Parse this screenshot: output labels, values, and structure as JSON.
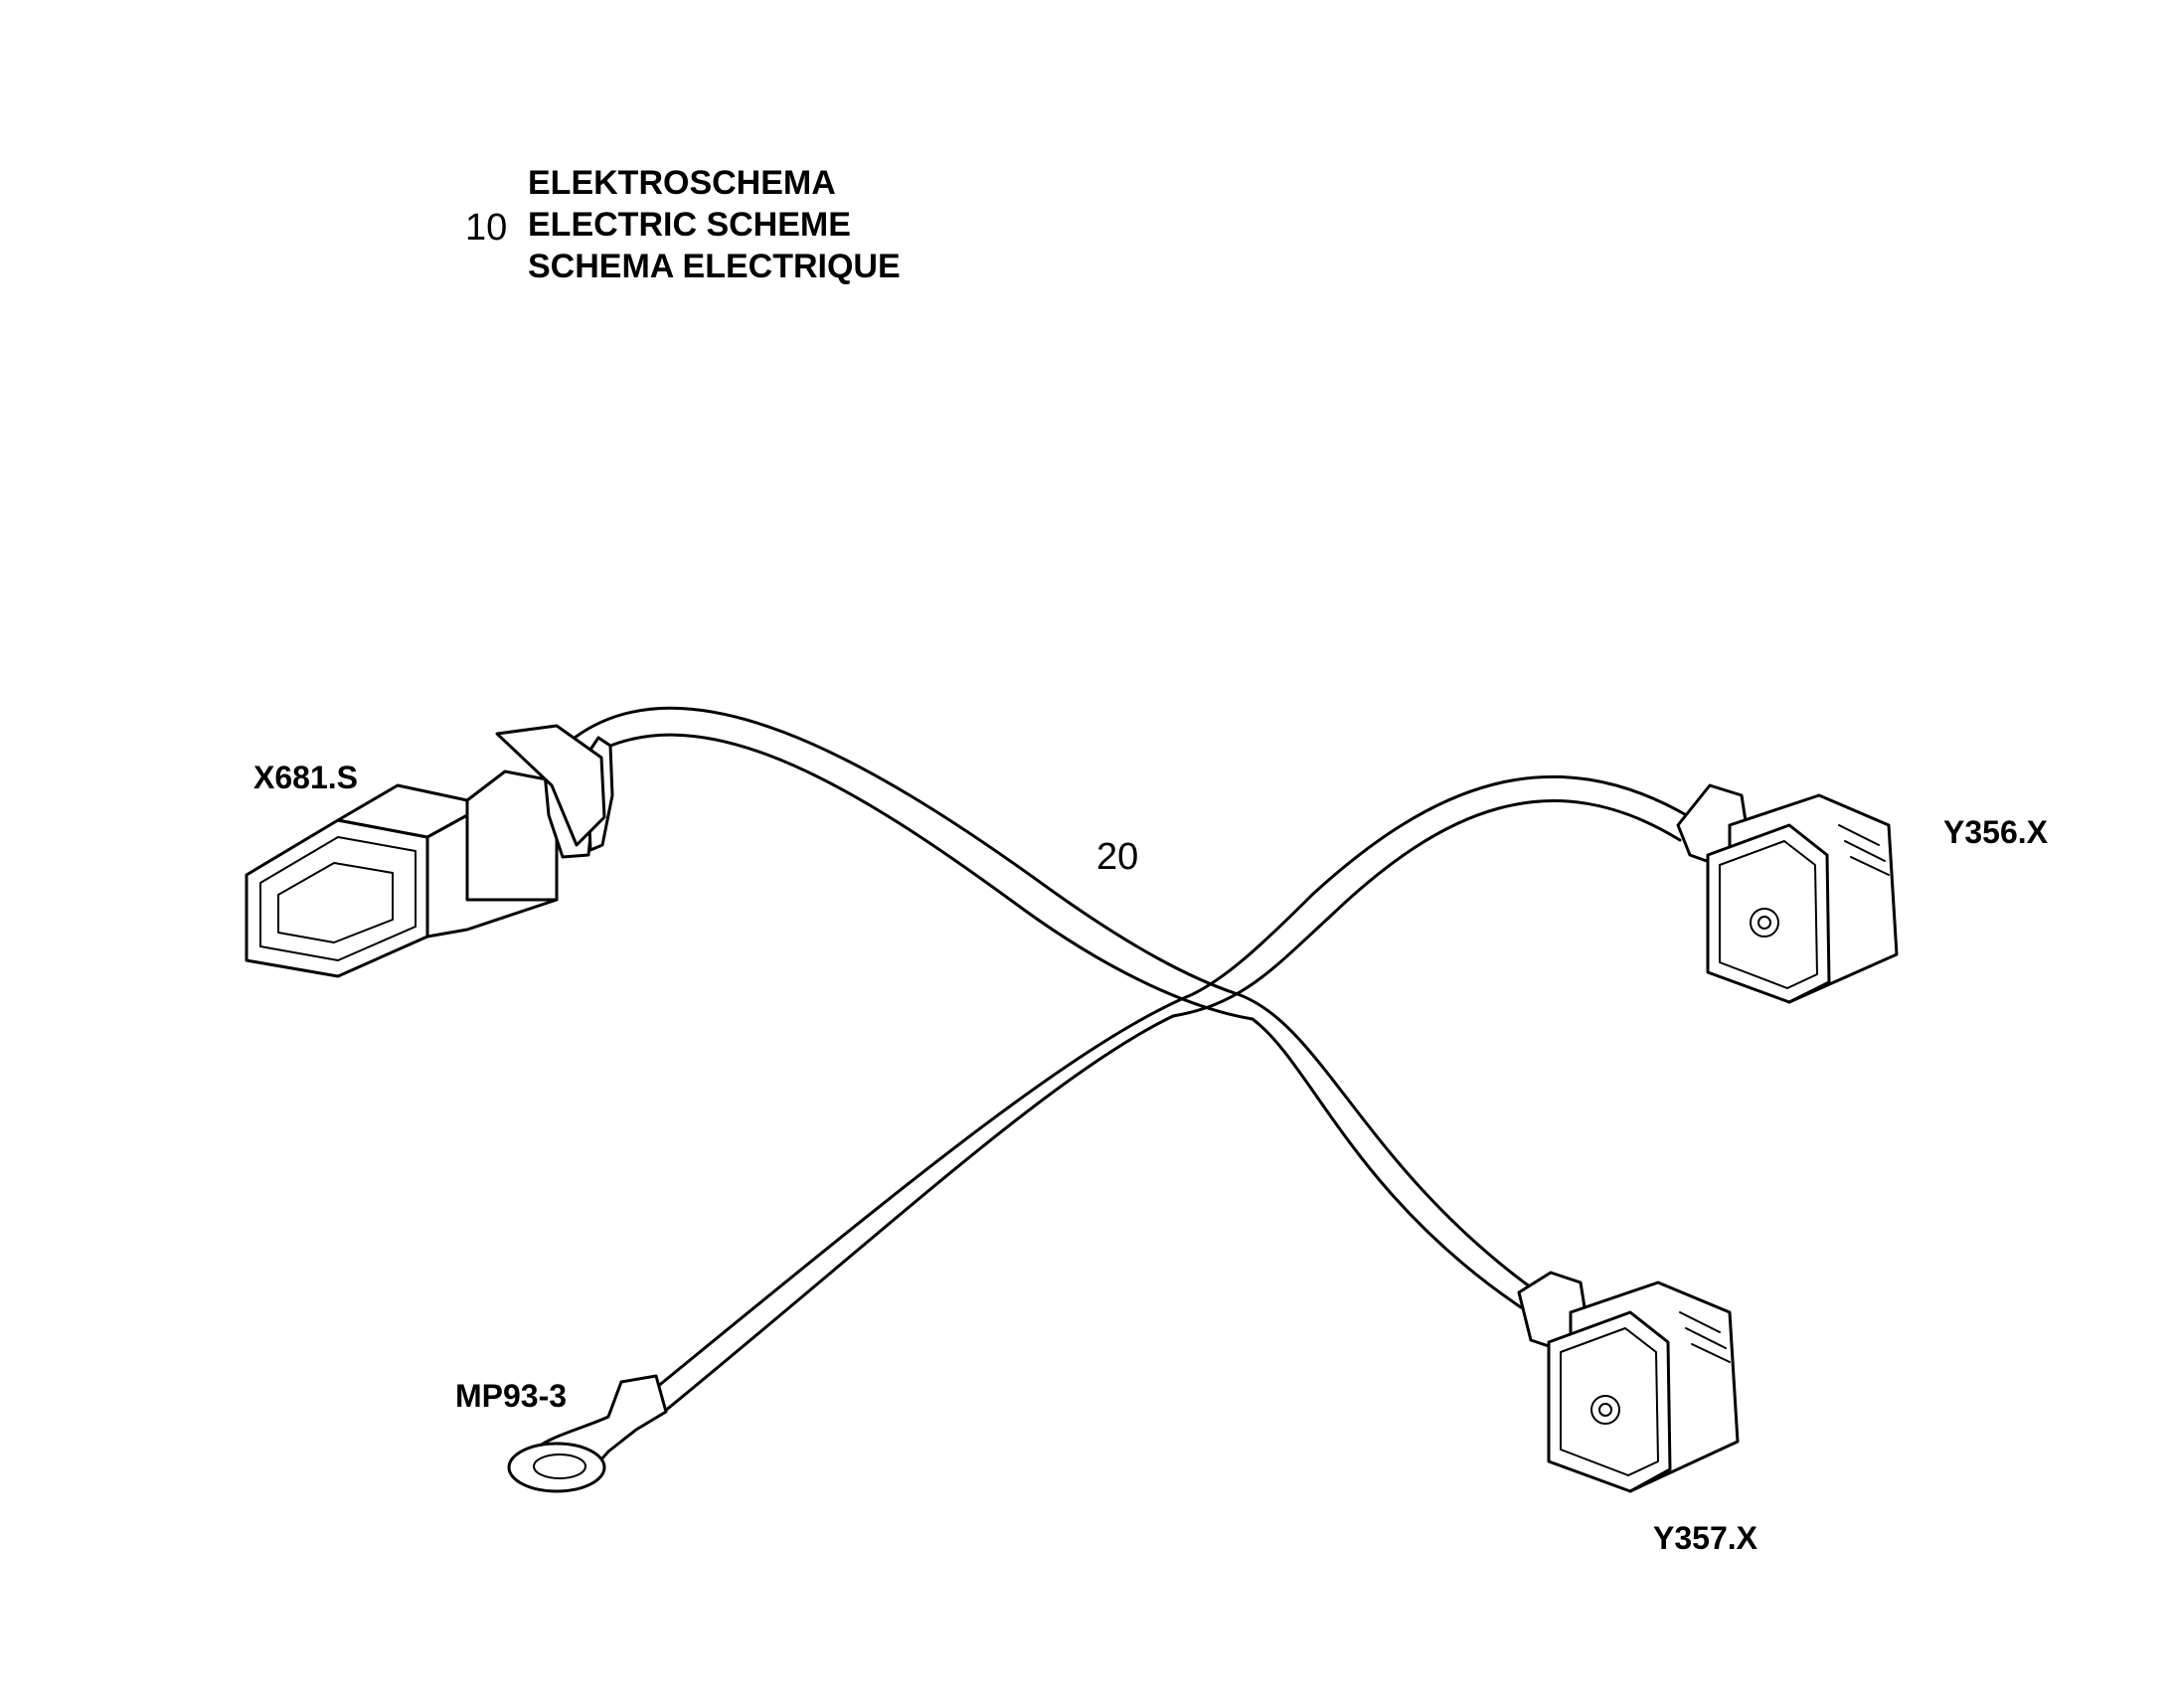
{
  "title_block": {
    "item_number": "10",
    "lines": [
      "ELEKTROSCHEMA",
      "ELECTRIC SCHEME",
      "SCHEMA ELECTRIQUE"
    ]
  },
  "harness": {
    "item_number": "20"
  },
  "connectors": {
    "x681": "X681.S",
    "y356": "Y356.X",
    "y357": "Y357.X",
    "mp93": "MP93-3"
  }
}
